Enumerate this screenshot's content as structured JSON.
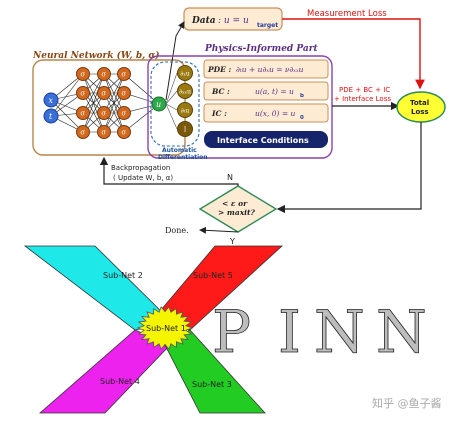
{
  "top": {
    "data_label": "Data",
    "data_eq": ": u = u",
    "data_sub": "target",
    "measurement_loss": "Measurement Loss",
    "nn_title": "Neural Network (W, b, α)",
    "pip_title": "Physics-Informed Part",
    "x_node": "x",
    "t_node": "t",
    "u_node": "u",
    "deriv_nodes": [
      "∂ₓu",
      "∂ₓₓu",
      "∂ₜu",
      "I"
    ],
    "sigma": "σ",
    "pde_label": "PDE :",
    "pde_eq": "∂ₜu + u∂ₓu = ν∂ₓₓu",
    "bc_label": "BC :",
    "bc_eq": "u(a, t) = u",
    "bc_sub": "b",
    "ic_label": "IC :",
    "ic_eq": "u(x, 0) = u",
    "ic_sub": "0",
    "interface": "Interface Conditions",
    "auto_diff_1": "Automatic",
    "auto_diff_2": "Differentiation",
    "sum_label_1": "PDE + BC + IC",
    "sum_label_2": "+ Interface Loss",
    "total_loss_1": "Total",
    "total_loss_2": "Loss",
    "backprop_1": "Backpropagation",
    "backprop_2": "( Update W, b, α)",
    "decision_1": "< ε or",
    "decision_2": "> maxit?",
    "n_label": "N",
    "y_label": "Y",
    "done": "Done."
  },
  "bottom": {
    "subnets": [
      "Sub-Net 1",
      "Sub-Net 2",
      "Sub-Net 3",
      "Sub-Net 4",
      "Sub-Net 5"
    ],
    "title_letters": [
      "P",
      "I",
      "N",
      "N"
    ],
    "watermark": "知乎 @鱼子酱"
  },
  "colors": {
    "cyan": "#1ee8e8",
    "red": "#ff1a1a",
    "magenta": "#ee22ee",
    "green": "#22cc22",
    "yellow": "#f5f500",
    "orange_node": "#d2691e",
    "nn_border": "#b8864b",
    "pip_border": "#8844aa",
    "total_loss_fill": "#ffff33",
    "interface_fill": "#16256b",
    "red_line": "#dd1111"
  }
}
